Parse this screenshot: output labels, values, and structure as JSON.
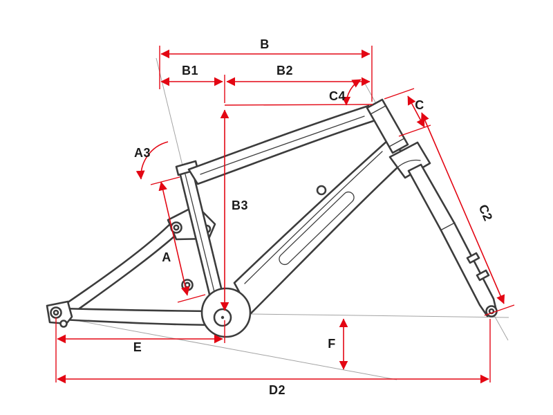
{
  "labels": {
    "b": "B",
    "b1": "B1",
    "b2": "B2",
    "b3": "B3",
    "a": "A",
    "a3": "A3",
    "c": "C",
    "c2": "C2",
    "c4": "C4",
    "d2": "D2",
    "e": "E",
    "f": "F"
  },
  "colors": {
    "dimension_red": "#e30613",
    "frame_outline": "#3c3c3c",
    "construction_gray": "#a3a3a3",
    "background": "#ffffff",
    "label_text": "#1b1b1b"
  }
}
